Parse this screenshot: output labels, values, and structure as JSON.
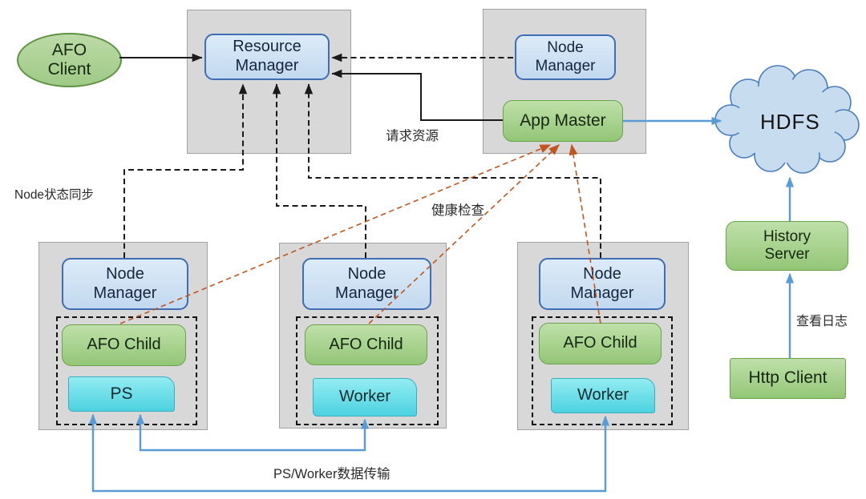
{
  "nodes": {
    "afo_client": "AFO Client",
    "resource_manager": "Resource Manager",
    "node_manager_top": "Node Manager",
    "app_master": "App Master",
    "hdfs": "HDFS",
    "history_server": "History Server",
    "http_client": "Http Client",
    "clusters": [
      {
        "node_manager": "Node Manager",
        "afo_child": "AFO Child",
        "task": "PS"
      },
      {
        "node_manager": "Node Manager",
        "afo_child": "AFO Child",
        "task": "Worker"
      },
      {
        "node_manager": "Node Manager",
        "afo_child": "AFO Child",
        "task": "Worker"
      }
    ]
  },
  "edge_labels": {
    "request_resources": "请求资源",
    "node_status_sync": "Node状态同步",
    "health_check": "健康检查",
    "view_logs": "查看日志",
    "ps_worker_transfer": "PS/Worker数据传输"
  },
  "colors": {
    "container_fill": "#d8d8d8",
    "container_border": "#a3a3a3",
    "blue_box_fill": "#c3d9ef",
    "blue_box_border": "#3f6eb5",
    "green_box_fill": "#a6d28e",
    "green_box_border": "#6ba24c",
    "cyan_box_fill": "#4dd2e0",
    "cyan_box_border": "#38aebe",
    "cloud_fill": "#c8dcf0",
    "cloud_border": "#4a7ebb",
    "arrow_black": "#1a1a1a",
    "arrow_blue": "#5b9bd5",
    "arrow_orange": "#c0561f"
  }
}
